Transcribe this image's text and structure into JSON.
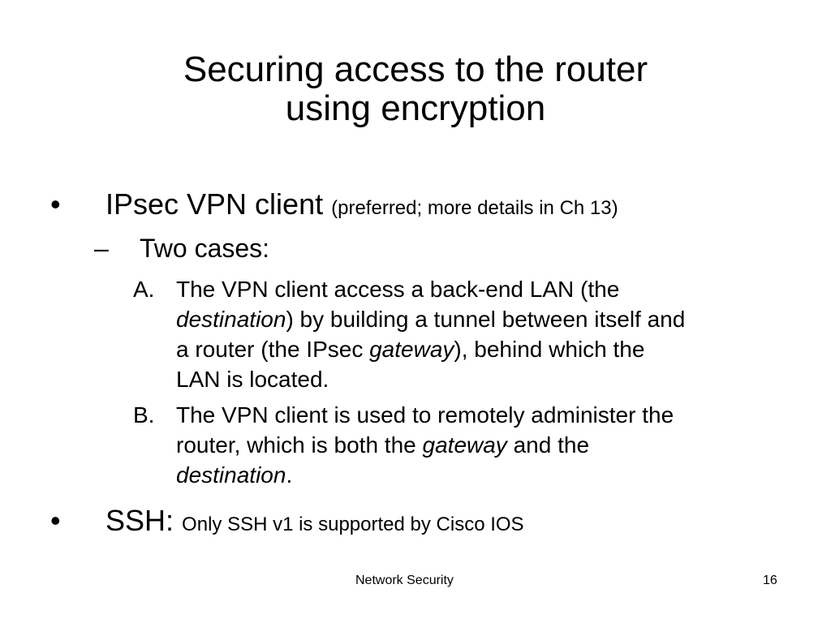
{
  "slide": {
    "title_line1": "Securing access to the router",
    "title_line2": "using encryption",
    "bullets": [
      {
        "marker": "•",
        "text": "IPsec VPN client",
        "note": "(preferred; more details in Ch 13)",
        "sub": {
          "marker": "–",
          "text": "Two cases:",
          "items": [
            {
              "marker": "A.",
              "lines": [
                [
                  "The VPN client access a back-end LAN (the"
                ],
                [
                  "destination",
                  ") by building a tunnel between itself and"
                ],
                [
                  "a router (the IPsec ",
                  "gateway",
                  "), behind which the"
                ],
                [
                  "LAN is located."
                ]
              ]
            },
            {
              "marker": "B.",
              "lines": [
                [
                  "The VPN client is used to remotely administer the"
                ],
                [
                  "router, which is both the ",
                  "gateway",
                  " and the"
                ],
                [
                  "destination",
                  "."
                ]
              ]
            }
          ]
        }
      },
      {
        "marker": "•",
        "text": "SSH:",
        "note": "Only SSH v1 is supported by Cisco IOS"
      }
    ]
  },
  "footer": {
    "center": "Network Security",
    "page_number": "16"
  }
}
